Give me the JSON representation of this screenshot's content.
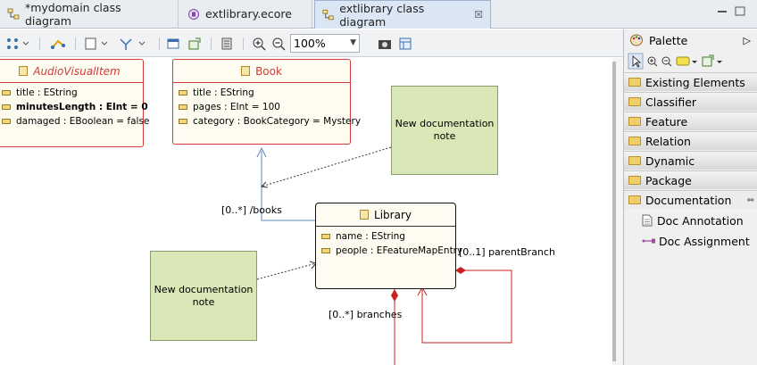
{
  "tabs": [
    {
      "label": "*mydomain class diagram",
      "icon": "diagram-icon",
      "active": false
    },
    {
      "label": "extlibrary.ecore",
      "icon": "ecore-icon",
      "active": false
    },
    {
      "label": "extlibrary class diagram",
      "icon": "diagram-icon",
      "active": true,
      "close": "☒"
    }
  ],
  "toolbar": {
    "zoom_value": "100%"
  },
  "diagram": {
    "classes": [
      {
        "name": "AudioVisualItem",
        "attributes": [
          "title : EString",
          "minutesLength : EInt = 0",
          "damaged : EBoolean = false"
        ]
      },
      {
        "name": "Book",
        "attributes": [
          "title : EString",
          "pages : EInt = 100",
          "category : BookCategory = Mystery"
        ]
      },
      {
        "name": "Library",
        "attributes": [
          "name : EString",
          "people : EFeatureMapEntry"
        ]
      }
    ],
    "notes": [
      "New documentation note",
      "New documentation note"
    ],
    "labels": {
      "books": "[0..*] /books",
      "parent_branch": "[0..1] parentBranch",
      "branches": "[0..*] branches"
    },
    "colors": {
      "class_fill": "#fefcf0",
      "class_border_red": "#d23b3b",
      "note_fill": "#dae7b6",
      "link_blue": "#5b86b8",
      "link_red": "#cc1f1f"
    }
  },
  "palette": {
    "title": "Palette",
    "drawers": [
      "Existing Elements",
      "Classifier",
      "Feature",
      "Relation",
      "Dynamic",
      "Package",
      "Documentation"
    ],
    "entries": [
      "Doc Annotation",
      "Doc Assignment"
    ]
  }
}
